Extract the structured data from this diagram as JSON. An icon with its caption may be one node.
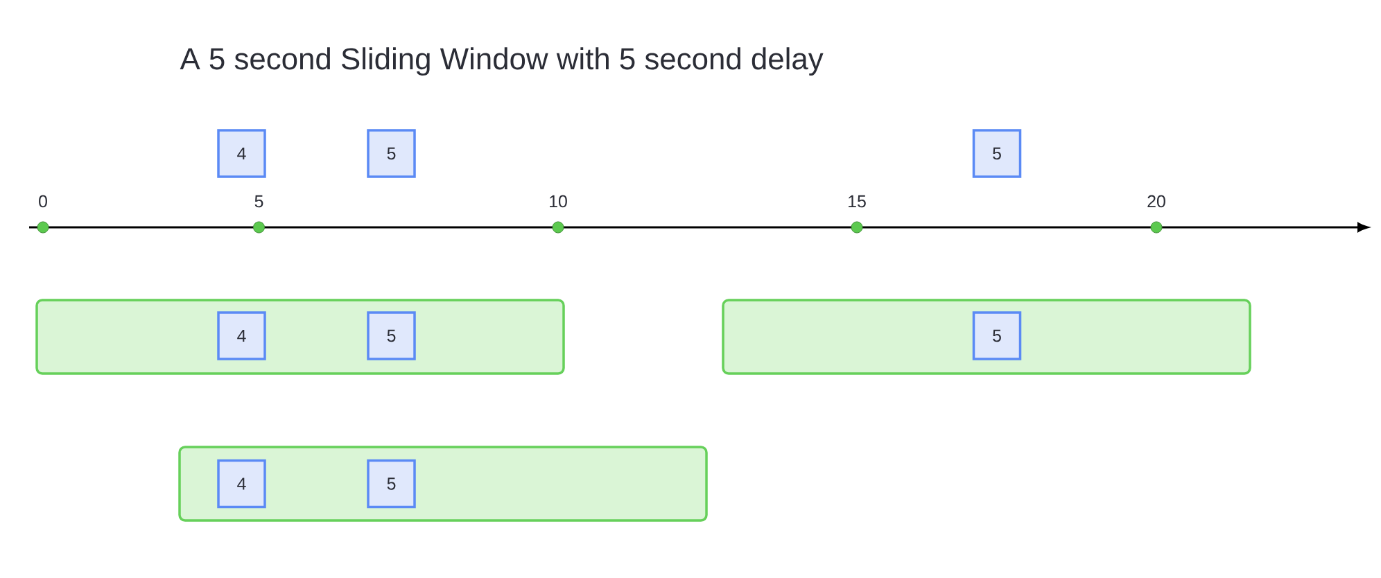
{
  "diagram": {
    "title": "A 5 second Sliding Window with 5 second delay",
    "nodes": [
      {
        "text": [
          "4"
        ]
      },
      {
        "text": [
          "5"
        ]
      },
      {
        "text": [
          "5"
        ]
      },
      {
        "text": [],
        "shape": "box"
      },
      {
        "text": [
          "4"
        ],
        "in": 3
      },
      {
        "text": [
          "5"
        ],
        "in": 3
      },
      {
        "text": [],
        "shape": "box"
      },
      {
        "text": [
          "5"
        ],
        "in": 6
      },
      {
        "text": [],
        "shape": "box"
      },
      {
        "text": [
          "4"
        ],
        "in": 8
      },
      {
        "text": [
          "5"
        ],
        "in": 8
      }
    ],
    "labels": [
      "0",
      "5",
      "10",
      "15",
      "20"
    ]
  }
}
